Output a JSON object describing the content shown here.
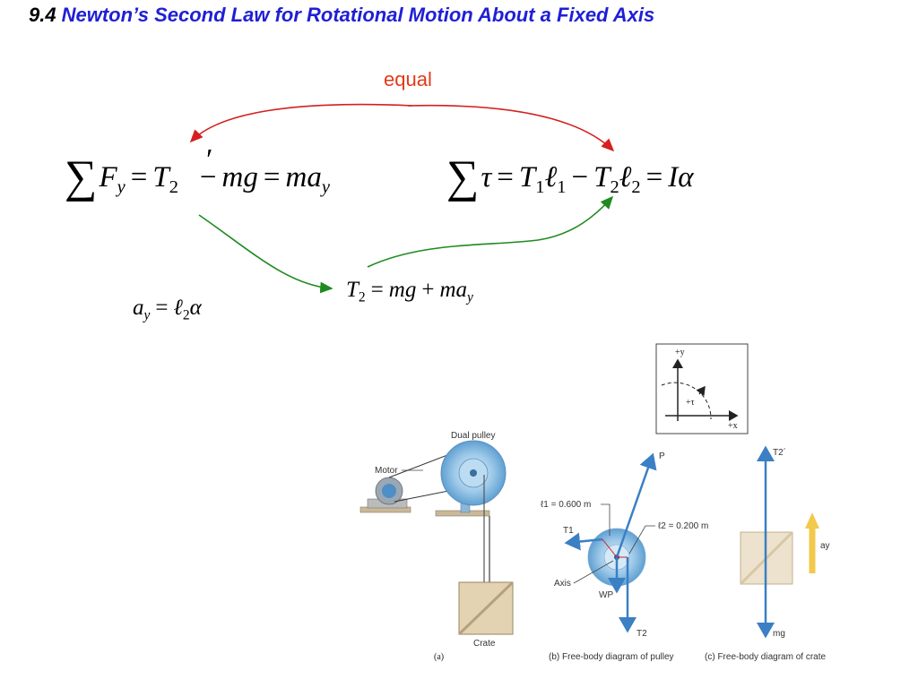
{
  "title": {
    "number": "9.4",
    "text": "Newton’s Second Law for Rotational Motion About a Fixed Axis"
  },
  "annotation": {
    "equal": "equal"
  },
  "equations": {
    "sum_forces": {
      "F": "F",
      "y": "y",
      "T": "T",
      "two": "2",
      "mg": "mg",
      "ma": "ma"
    },
    "sum_torques": {
      "tau": "τ",
      "T": "T",
      "one": "1",
      "two": "2",
      "l": "ℓ",
      "I": "I",
      "alpha": "α"
    },
    "tension": {
      "T": "T",
      "two": "2",
      "mg": "mg",
      "ma": "ma",
      "y": "y"
    },
    "accel": {
      "a": "a",
      "y": "y",
      "l": "ℓ",
      "two": "2",
      "alpha": "α"
    }
  },
  "figure": {
    "axes": {
      "plus_y": "+y",
      "plus_x": "+x",
      "plus_tau": "+τ"
    },
    "labels": {
      "dual_pulley": "Dual pulley",
      "motor": "Motor",
      "crate": "Crate",
      "axis": "Axis",
      "l1": "ℓ1 = 0.600 m",
      "l2": "ℓ2 = 0.200 m",
      "P": "P",
      "T1": "T1",
      "T2": "T2",
      "WP": "WP",
      "T2prime": "T2´",
      "ay": "ay",
      "mg": "mg"
    },
    "captions": {
      "a": "(a)",
      "b": "(b)  Free-body diagram of pulley",
      "c": "(c)  Free-body diagram of crate"
    }
  },
  "colors": {
    "title_blue": "#1f1fd6",
    "equal_red": "#e23a1a",
    "arrow_red": "#d42020",
    "arrow_green": "#1f8a1f",
    "vector_blue": "#3b7fc4",
    "accel_yellow": "#f2c94c"
  }
}
